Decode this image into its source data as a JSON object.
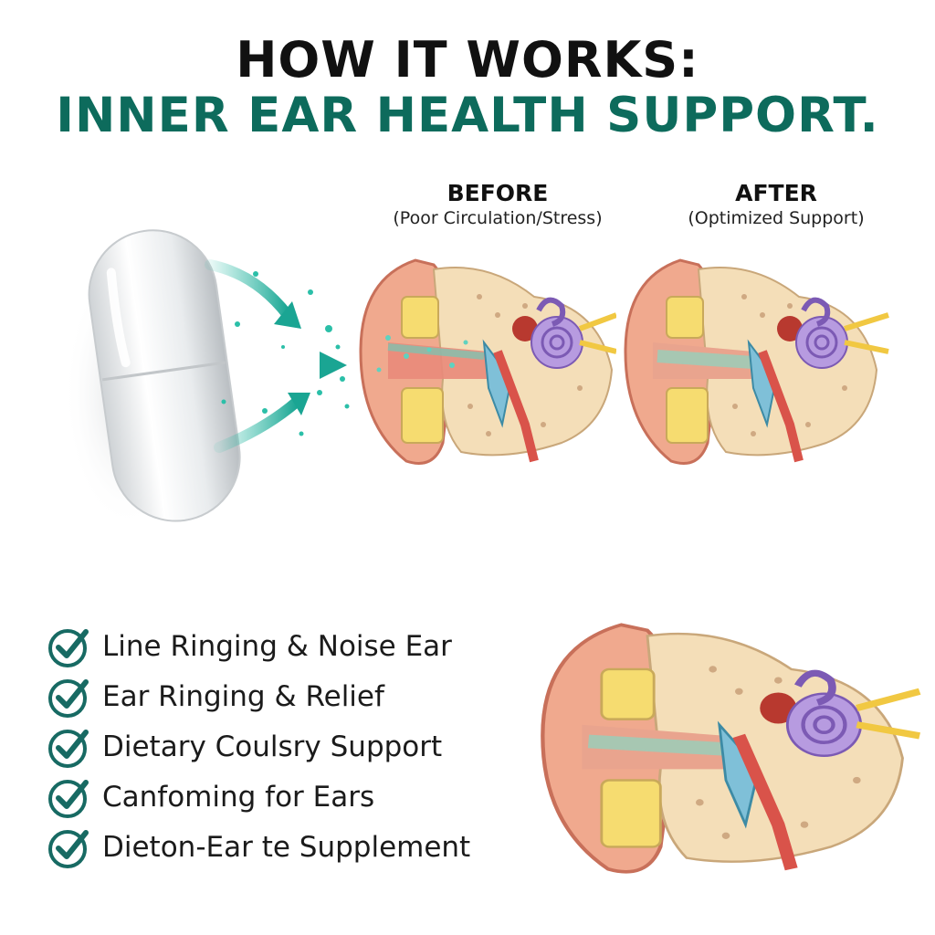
{
  "header": {
    "line1": "HOW IT WORKS:",
    "line2": "INNER EAR HEALTH SUPPORT."
  },
  "comparison": {
    "before_title": "BEFORE",
    "before_subtitle": "(Poor Circulation/Stress)",
    "after_title": "AFTER",
    "after_subtitle": "(Optimized Support)"
  },
  "features": [
    {
      "label": "Line Ringing & Noise Ear",
      "icon": "check-circle-icon"
    },
    {
      "label": "Ear Ringing & Relief",
      "icon": "check-circle-icon"
    },
    {
      "label": "Dietary Coulsry Support",
      "icon": "check-circle-icon"
    },
    {
      "label": "Canfoming for Ears",
      "icon": "check-circle-icon"
    },
    {
      "label": "Dieton-Ear te Supplement",
      "icon": "check-circle-icon"
    }
  ],
  "colors": {
    "title_dark": "#111111",
    "title_teal": "#0d6b5c",
    "accent_teal": "#2bbfa8",
    "check_color": "#176a63"
  }
}
